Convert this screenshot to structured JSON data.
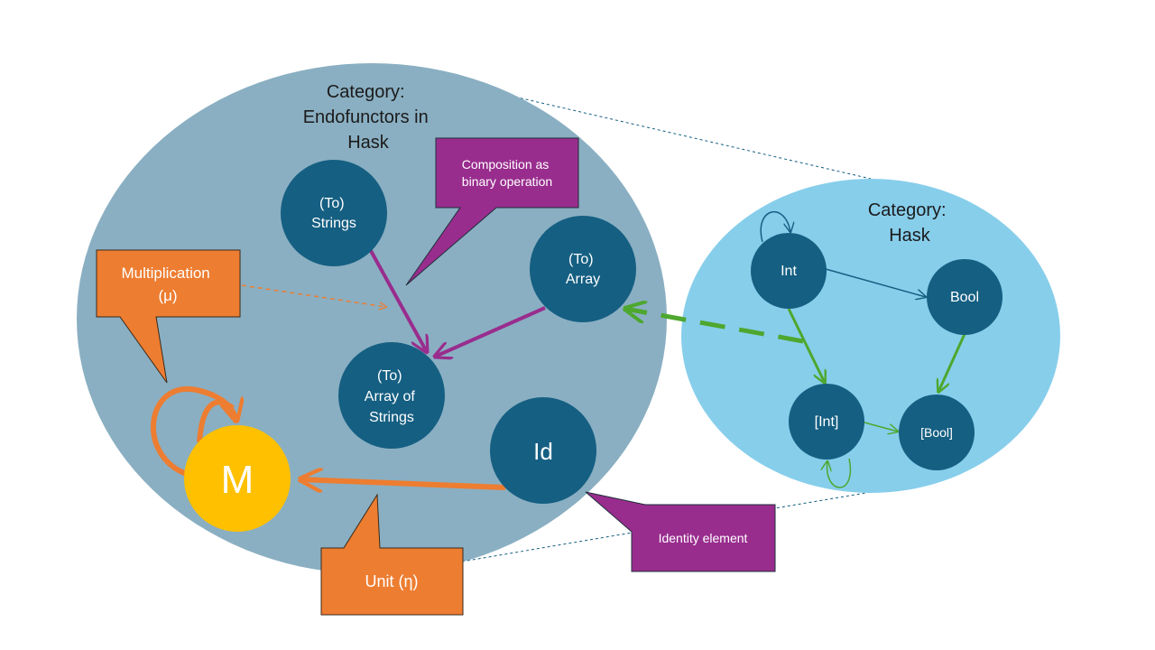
{
  "endofunctor_category": {
    "title_lines": [
      "Category:",
      "Endofunctors in",
      "Hask"
    ],
    "nodes": {
      "strings": [
        "(To)",
        "Strings"
      ],
      "array": [
        "(To)",
        "Array"
      ],
      "array_of_strings": [
        "(To)",
        "Array of",
        "Strings"
      ],
      "id": "Id",
      "monad": "M"
    }
  },
  "hask_category": {
    "title_lines": [
      "Category:",
      "Hask"
    ],
    "nodes": {
      "int": "Int",
      "bool": "Bool",
      "int_list": "[Int]",
      "bool_list": "[Bool]"
    }
  },
  "callouts": {
    "composition": [
      "Composition as",
      "binary operation"
    ],
    "multiplication": [
      "Multiplication",
      "(μ)"
    ],
    "unit": "Unit (η)",
    "identity": "Identity element"
  },
  "colors": {
    "outer_ellipse": "#8aafc2",
    "hask_ellipse": "#87ceeb",
    "node": "#155f82",
    "monad": "#ffc000",
    "orange": "#ed7d31",
    "purple": "#992d8e",
    "green": "#4ea72e"
  }
}
